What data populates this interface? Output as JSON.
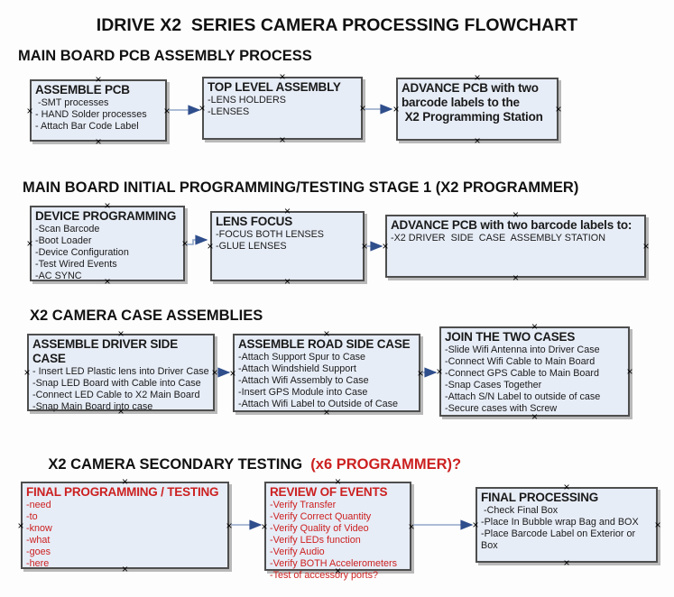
{
  "title": "IDRIVE X2  SERIES CAMERA PROCESSING FLOWCHART",
  "colors": {
    "red_text": "#cc2020",
    "box_fill": "#e7edf7",
    "box_border": "#4e4e4e",
    "arrow_line": "#92a6c8",
    "arrow_head": "#2f4e8c"
  },
  "icons": {
    "connection_handle": "×",
    "arrow": "→"
  },
  "sections": [
    {
      "heading": "MAIN BOARD PCB ASSEMBLY PROCESS",
      "boxes": [
        {
          "title": "ASSEMBLE PCB",
          "lines": [
            " -SMT processes",
            "- HAND Solder processes",
            "- Attach Bar Code Label"
          ]
        },
        {
          "title": "TOP LEVEL ASSEMBLY",
          "lines": [
            "-LENS HOLDERS",
            "-LENSES"
          ]
        },
        {
          "title": "ADVANCE PCB with two\nbarcode labels to the\n X2 Programming Station",
          "lines": []
        }
      ]
    },
    {
      "heading": "MAIN BOARD INITIAL PROGRAMMING/TESTING STAGE 1 (X2 PROGRAMMER)",
      "boxes": [
        {
          "title": "DEVICE PROGRAMMING",
          "lines": [
            "-Scan Barcode",
            "-Boot Loader",
            "-Device Configuration",
            "-Test Wired Events",
            "-AC SYNC"
          ]
        },
        {
          "title": "LENS FOCUS",
          "lines": [
            "-FOCUS BOTH LENSES",
            "-GLUE LENSES"
          ]
        },
        {
          "title": "ADVANCE PCB with two barcode labels to:",
          "lines": [
            "-X2 DRIVER  SIDE  CASE  ASSEMBLY STATION"
          ]
        }
      ]
    },
    {
      "heading": "X2 CAMERA CASE ASSEMBLIES",
      "boxes": [
        {
          "title": "ASSEMBLE DRIVER SIDE CASE",
          "lines": [
            "- Insert LED Plastic lens into Driver Case",
            "-Snap LED Board with Cable into Case",
            "-Connect LED Cable to X2 Main Board",
            "-Snap Main Board into case"
          ]
        },
        {
          "title": "ASSEMBLE ROAD SIDE CASE",
          "lines": [
            "-Attach Support Spur to Case",
            "-Attach Windshield Support",
            "-Attach Wifi Assembly to Case",
            "-Insert GPS Module into Case",
            "-Attach Wifi Label to Outside of Case"
          ]
        },
        {
          "title": "JOIN THE TWO CASES",
          "lines": [
            "-Slide Wifi Antenna into Driver Case",
            "-Connect Wifi Cable to Main Board",
            "-Connect GPS Cable to Main Board",
            "-Snap Cases Together",
            "-Attach S/N Label to outside of case",
            "-Secure cases with Screw"
          ]
        }
      ]
    },
    {
      "heading": "X2 CAMERA SECONDARY TESTING ",
      "heading_suffix": " (x6 PROGRAMMER)?",
      "boxes": [
        {
          "title": "FINAL PROGRAMMING / TESTING",
          "lines": [
            "-need",
            "-to",
            "-know",
            "-what",
            "-goes",
            "-here"
          ]
        },
        {
          "title": "REVIEW OF EVENTS",
          "lines": [
            "-Verify Transfer",
            "-Verify Correct Quantity",
            "-Verify Quality of Video",
            "-Verify LEDs function",
            "-Verify Audio",
            "-Verify BOTH Accelerometers",
            "-Test of accessory ports?"
          ]
        },
        {
          "title": "FINAL PROCESSING",
          "lines": [
            " -Check Final Box",
            "-Place In Bubble wrap Bag and BOX",
            "-Place Barcode Label on Exterior or Box"
          ]
        }
      ]
    }
  ]
}
